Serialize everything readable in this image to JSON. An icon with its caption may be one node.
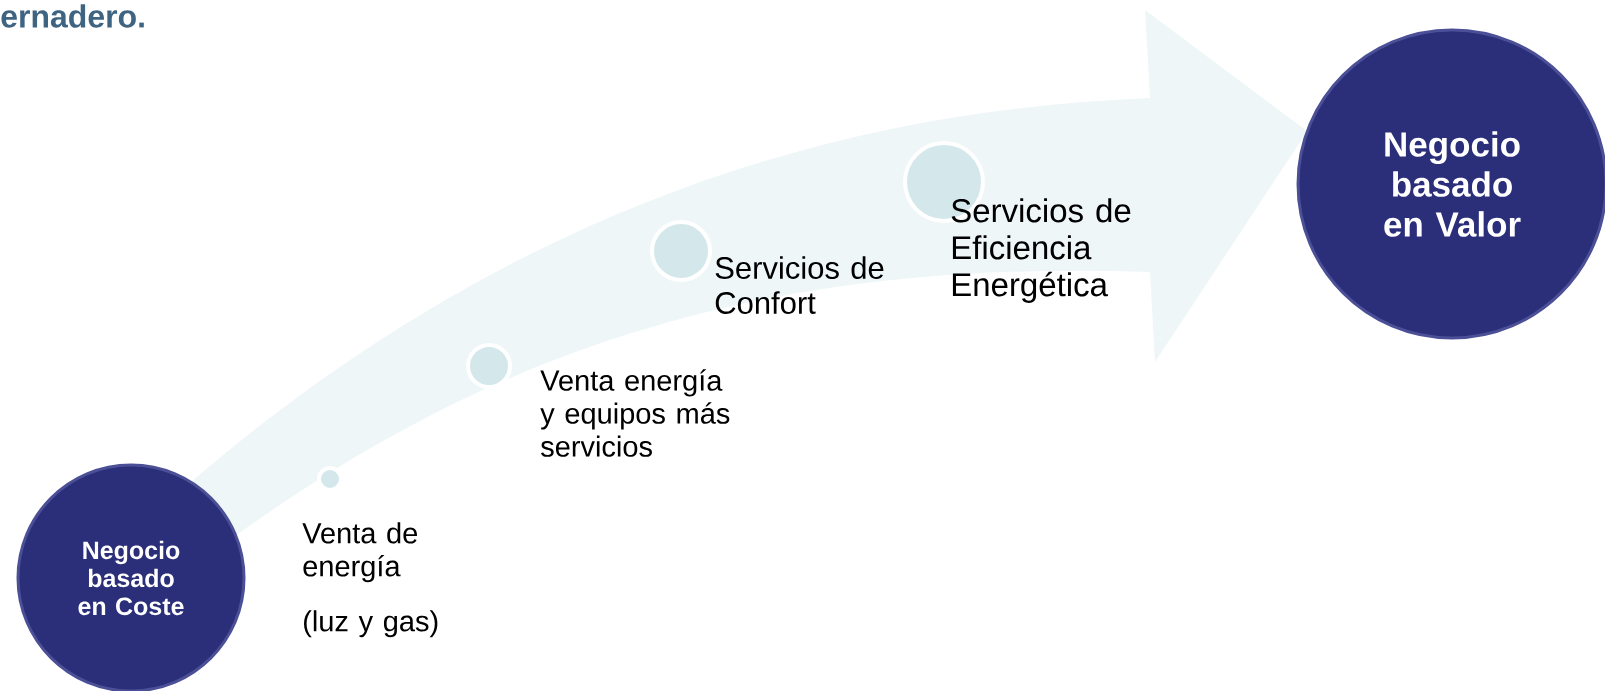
{
  "diagram": {
    "nodes": [
      {
        "text": [
          "Negocio basado en Coste"
        ]
      },
      {
        "text": [
          "Negocio basado en Valor"
        ]
      },
      {
        "text": [],
        "shape": "circle",
        "beside": [
          "Venta de energía",
          "(luz y gas)"
        ]
      },
      {
        "text": [],
        "shape": "circle",
        "beside": [
          "Venta energía y equipos más servicios"
        ]
      },
      {
        "text": [],
        "shape": "circle",
        "beside": [
          "Servicios de Confort"
        ]
      },
      {
        "text": [],
        "shape": "circle",
        "beside": [
          "Servicios de Eficiencia Energética"
        ]
      }
    ],
    "edges": [
      {
        "from": 0,
        "to": 1,
        "arrow": "to"
      }
    ],
    "labels": [
      "ernadero."
    ]
  }
}
